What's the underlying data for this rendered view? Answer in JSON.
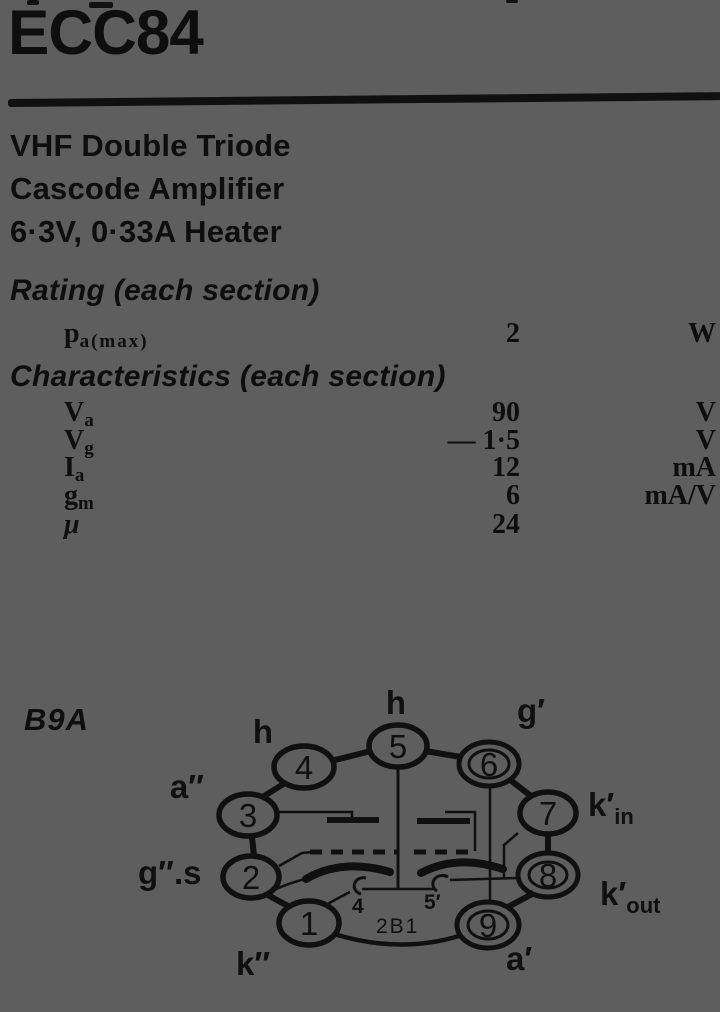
{
  "page": {
    "background_color": "#5e5e5e",
    "ink_color": "#101010"
  },
  "header": {
    "title": "ECC84"
  },
  "subtitle": {
    "lines": [
      "VHF Double Triode",
      "Cascode Amplifier",
      "6·3V, 0·33A Heater"
    ]
  },
  "rating": {
    "heading": "Rating (each section)",
    "rows": [
      {
        "symbol": "p",
        "subscript": "a(max)",
        "value": "2",
        "unit": "W"
      }
    ]
  },
  "characteristics": {
    "heading": "Characteristics (each section)",
    "rows": [
      {
        "symbol": "V",
        "subscript": "a",
        "value": "90",
        "unit": "V"
      },
      {
        "symbol": "V",
        "subscript": "g",
        "value": "— 1·5",
        "unit": "V"
      },
      {
        "symbol": "I",
        "subscript": "a",
        "value": "12",
        "unit": "mA"
      },
      {
        "symbol": "g",
        "subscript": "m",
        "value": "6",
        "unit": "mA/V"
      },
      {
        "symbol": "μ",
        "subscript": "",
        "value": "24",
        "unit": ""
      }
    ]
  },
  "diagram": {
    "base_label": "B9A",
    "drawing_number": "2B1",
    "pins": [
      {
        "number": "1",
        "name": "k″",
        "sub": ""
      },
      {
        "number": "2",
        "name": "g″.s",
        "sub": ""
      },
      {
        "number": "3",
        "name": "a″",
        "sub": ""
      },
      {
        "number": "4",
        "name": "h",
        "sub": ""
      },
      {
        "number": "5",
        "name": "h",
        "sub": ""
      },
      {
        "number": "6",
        "name": "g′",
        "sub": ""
      },
      {
        "number": "7",
        "name": "k′",
        "sub": "in"
      },
      {
        "number": "8",
        "name": "k′",
        "sub": "out"
      },
      {
        "number": "9",
        "name": "a′",
        "sub": ""
      }
    ],
    "internal_labels": {
      "left_heater": "4",
      "right_heater": "5′"
    }
  }
}
